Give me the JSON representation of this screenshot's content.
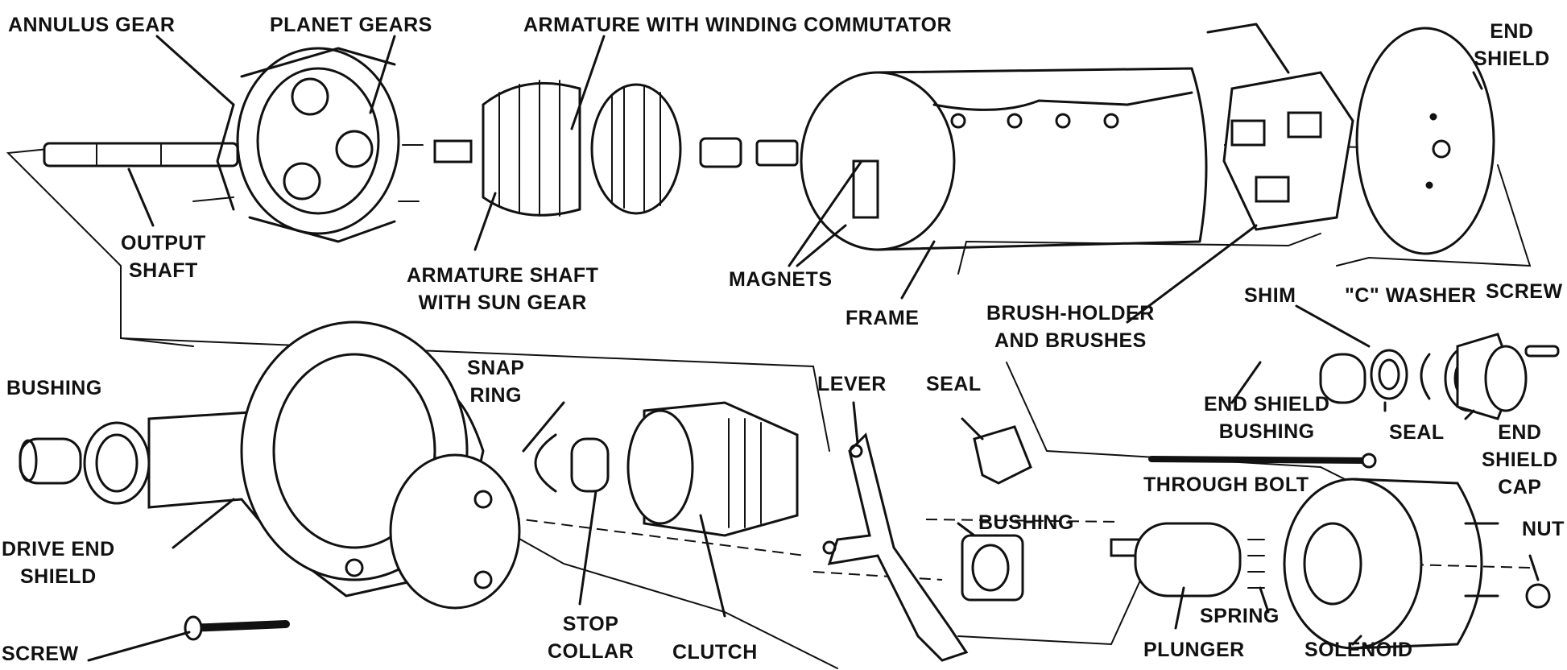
{
  "labels": {
    "annulus_gear": "ANNULUS GEAR",
    "planet_gears": "PLANET GEARS",
    "armature_winding_commutator": "ARMATURE WITH WINDING COMMUTATOR",
    "end_shield_top": [
      "END",
      "SHIELD"
    ],
    "output_shaft": [
      "OUTPUT",
      "SHAFT"
    ],
    "armature_shaft": [
      "ARMATURE SHAFT",
      "WITH SUN GEAR"
    ],
    "magnets": "MAGNETS",
    "frame": "FRAME",
    "brush_holder": [
      "BRUSH-HOLDER",
      "AND BRUSHES"
    ],
    "shim": "SHIM",
    "c_washer": "\"C\" WASHER",
    "screw_top": "SCREW",
    "end_shield_bushing": [
      "END SHIELD",
      "BUSHING"
    ],
    "seal_right": "SEAL",
    "end_shield_cap": [
      "END",
      "SHIELD",
      "CAP"
    ],
    "bushing_left": "BUSHING",
    "snap_ring": [
      "SNAP",
      "RING"
    ],
    "lever": "LEVER",
    "seal_mid": "SEAL",
    "through_bolt": "THROUGH  BOLT",
    "drive_end_shield": [
      "DRIVE END",
      "SHIELD"
    ],
    "bushing_mid": "BUSHING",
    "nut": "NUT",
    "stop_collar": [
      "STOP",
      "COLLAR"
    ],
    "clutch": "CLUTCH",
    "spring": "SPRING",
    "plunger": "PLUNGER",
    "solenoid": "SOLENOID",
    "screw_bottom": "SCREW"
  }
}
